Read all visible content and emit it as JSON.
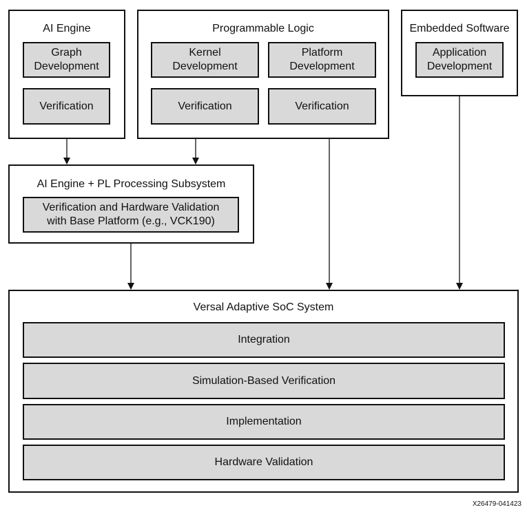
{
  "ai_engine": {
    "title": "AI Engine",
    "graph_dev": "Graph\nDevelopment",
    "verification": "Verification"
  },
  "pl": {
    "title": "Programmable Logic",
    "kernel_dev": "Kernel\nDevelopment",
    "platform_dev": "Platform\nDevelopment",
    "kernel_verif": "Verification",
    "platform_verif": "Verification"
  },
  "sw": {
    "title": "Embedded Software",
    "app_dev": "Application\nDevelopment"
  },
  "subsystem": {
    "title": "AI Engine + PL Processing Subsystem",
    "validation": "Verification and Hardware Validation\nwith Base Platform (e.g., VCK190)"
  },
  "system": {
    "title": "Versal Adaptive SoC System",
    "steps": [
      "Integration",
      "Simulation-Based Verification",
      "Implementation",
      "Hardware Validation"
    ]
  },
  "footer": "X26479-041423"
}
